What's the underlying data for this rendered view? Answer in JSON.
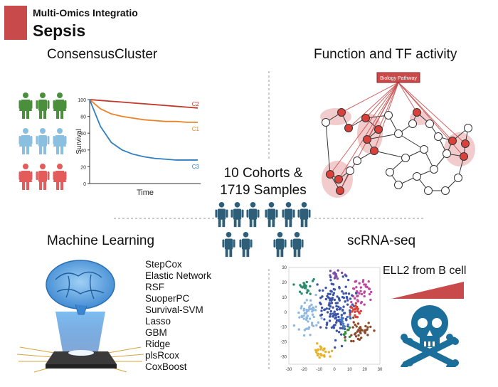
{
  "header": {
    "subtitle": "Multi-Omics Integratio",
    "title": "Sepsis",
    "accent_color": "#c94a4a"
  },
  "center": {
    "line1": "10 Cohorts &",
    "line2": "1719 Samples",
    "people_icon": "person-icon",
    "people_color": "#2f5f78"
  },
  "consensus": {
    "title": "ConsensusCluster",
    "people_groups": [
      {
        "name": "C2",
        "color": "#4a8f3c"
      },
      {
        "name": "C1",
        "color": "#8bbfe0"
      },
      {
        "name": "C3",
        "color": "#e35b5b"
      }
    ],
    "chart_data": {
      "type": "line",
      "xlabel": "Time",
      "ylabel": "Survival",
      "ylim": [
        0,
        100
      ],
      "yticks": [
        0,
        20,
        40,
        60,
        80,
        100
      ],
      "series": [
        {
          "name": "C2",
          "color": "#c0392b",
          "values": [
            100,
            99,
            98,
            97,
            96,
            95,
            94,
            93,
            92,
            91,
            90
          ]
        },
        {
          "name": "C1",
          "color": "#e8832a",
          "values": [
            100,
            89,
            83,
            80,
            78,
            76,
            75,
            74,
            74,
            73,
            73
          ]
        },
        {
          "name": "C3",
          "color": "#2f7fc1",
          "values": [
            100,
            68,
            49,
            40,
            35,
            32,
            30,
            29,
            28,
            28,
            28
          ]
        }
      ]
    }
  },
  "function_tf": {
    "title": "Function and TF activity",
    "pathway_label": "Biology Pathway",
    "pathway_color": "#c94a4a"
  },
  "ml": {
    "title": "Machine Learning",
    "methods": [
      "StepCox",
      "Elastic Network",
      "RSF",
      "SuoperPC",
      "Survival-SVM",
      "Lasso",
      "GBM",
      "Ridge",
      "plsRcox",
      "CoxBoost"
    ]
  },
  "scrna": {
    "title": "scRNA-seq",
    "ell2_label": "ELL2 from B cell",
    "skull_color": "#1b6f9a",
    "chart_data": {
      "type": "scatter",
      "xticks": [
        -30,
        -20,
        -10,
        0,
        10,
        20,
        30
      ],
      "yticks": [
        -30,
        -20,
        -10,
        0,
        10,
        20,
        30
      ],
      "xlim": [
        -30,
        30
      ],
      "ylim": [
        -35,
        30
      ],
      "clusters": [
        {
          "color": "#2e8b6e",
          "cx": -18,
          "cy": 17,
          "sx": 3,
          "sy": 2.5,
          "n": 22
        },
        {
          "color": "#7b4fa8",
          "cx": 2,
          "cy": 25,
          "sx": 3,
          "sy": 1.5,
          "n": 14
        },
        {
          "color": "#c247a3",
          "cx": 19,
          "cy": 14,
          "sx": 3.5,
          "sy": 4,
          "n": 38
        },
        {
          "color": "#8fb9e2",
          "cx": -17,
          "cy": -2,
          "sx": 3.5,
          "sy": 6,
          "n": 55
        },
        {
          "color": "#3b55a8",
          "cx": 2,
          "cy": 3,
          "sx": 6,
          "sy": 9,
          "n": 140
        },
        {
          "color": "#d9413a",
          "cx": 14,
          "cy": 1,
          "sx": 2,
          "sy": 3,
          "n": 22
        },
        {
          "color": "#8b4a2a",
          "cx": 17,
          "cy": -13,
          "sx": 4,
          "sy": 3,
          "n": 40
        },
        {
          "color": "#e8b22a",
          "cx": -7,
          "cy": -27,
          "sx": 3,
          "sy": 2.5,
          "n": 26
        },
        {
          "color": "#3b8a3b",
          "cx": 8,
          "cy": -14,
          "sx": 1.5,
          "sy": 2,
          "n": 10
        },
        {
          "color": "#4b7bc1",
          "cx": 6,
          "cy": -6,
          "sx": 2,
          "sy": 2.5,
          "n": 14
        }
      ]
    }
  }
}
